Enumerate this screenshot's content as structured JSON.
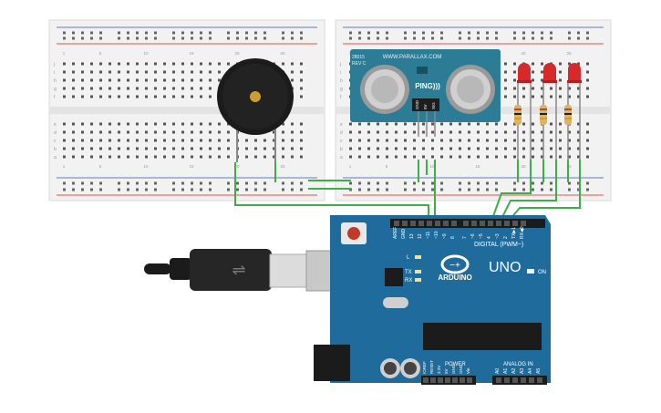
{
  "ping_sensor": {
    "brand_text": "WWW.PARALLAX.COM",
    "model_text": "28015",
    "rev_text": "REV C",
    "ping_label": "PING)))",
    "pin_labels": [
      "GND",
      "5V",
      "SIG"
    ]
  },
  "arduino": {
    "brand_text": "ARDUINO",
    "model_text": "UNO",
    "on_label": "ON",
    "tx_label": "TX",
    "rx_label": "RX",
    "l_label": "L",
    "digital_header_label": "DIGITAL (PWM~)",
    "digital_pins": [
      "AREF",
      "GND",
      "13",
      "12",
      "~11",
      "~10",
      "~9",
      "8",
      "7",
      "~6",
      "~5",
      "4",
      "~3",
      "2",
      "TX▶1",
      "RX◀0"
    ],
    "power_header_label": "POWER",
    "power_pins": [
      "IOREF",
      "RESET",
      "3.3V",
      "5V",
      "GND",
      "GND",
      "Vin"
    ],
    "analog_header_label": "ANALOG IN",
    "analog_pins": [
      "A0",
      "A1",
      "A2",
      "A3",
      "A4",
      "A5"
    ]
  },
  "breadboard": {
    "row_labels_top": [
      "j",
      "i",
      "h",
      "g",
      "f"
    ],
    "row_labels_bottom": [
      "e",
      "d",
      "c",
      "b",
      "a"
    ],
    "column_numbers": [
      "1",
      "5",
      "10",
      "15",
      "20",
      "25",
      "30"
    ]
  },
  "colors": {
    "wire_green": "#3fae49",
    "arduino_blue": "#1f6c9c",
    "sensor_teal": "#2b7c94",
    "led_red": "#d62a2a",
    "buzzer_black": "#1b1b1b",
    "rail_red": "#e05050",
    "rail_blue": "#5a7fc0",
    "breadboard_white": "#f2f2f2"
  }
}
